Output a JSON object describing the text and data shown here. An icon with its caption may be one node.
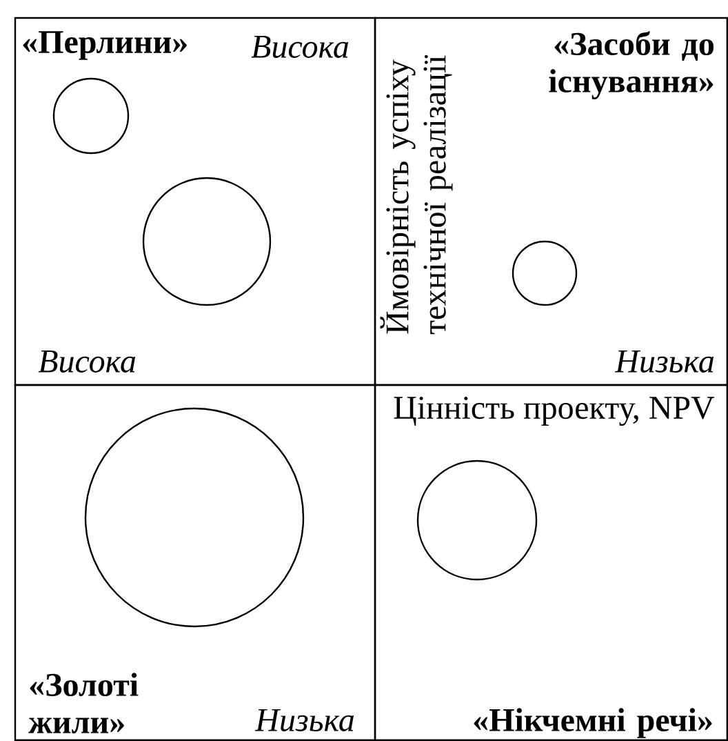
{
  "diagram": {
    "nodes": [
      {
        "text": [
          "«Перлини»"
        ]
      },
      {
        "text": [],
        "shape": "circle",
        "in": 0
      },
      {
        "text": [],
        "shape": "circle",
        "in": 0
      },
      {
        "text": [
          "«Засоби до існування»"
        ]
      },
      {
        "text": [],
        "shape": "circle",
        "in": 3
      },
      {
        "text": [
          "«Золоті жили»"
        ]
      },
      {
        "text": [],
        "shape": "circle",
        "in": 5
      },
      {
        "text": [
          "«Нікчемні речі»"
        ]
      },
      {
        "text": [],
        "shape": "circle",
        "in": 7
      }
    ],
    "labels": [
      "Висока",
      "Ймовірність успіху технічної реалізації",
      "Висока",
      "Низька",
      "Цінність проекту, NPV",
      "Низька"
    ]
  }
}
